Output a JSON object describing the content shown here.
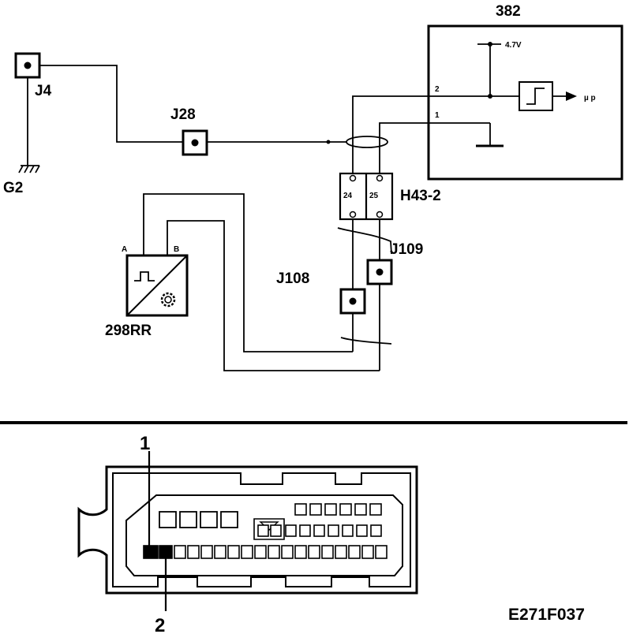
{
  "components": {
    "ecu": "382",
    "supply_voltage": "4.7V",
    "output": "µ p",
    "pin_2": "2",
    "pin_1": "1",
    "ground_point": "G2",
    "connector_j4": "J4",
    "connector_j28": "J28",
    "connector_h43": "H43-2",
    "h43_pin_24": "24",
    "h43_pin_25": "25",
    "connector_j109": "J109",
    "connector_j108": "J108",
    "sensor": "298RR",
    "sensor_pin_a": "A",
    "sensor_pin_b": "B"
  },
  "connector_view": {
    "callout_1": "1",
    "callout_2": "2"
  },
  "figure_code": "E271F037"
}
